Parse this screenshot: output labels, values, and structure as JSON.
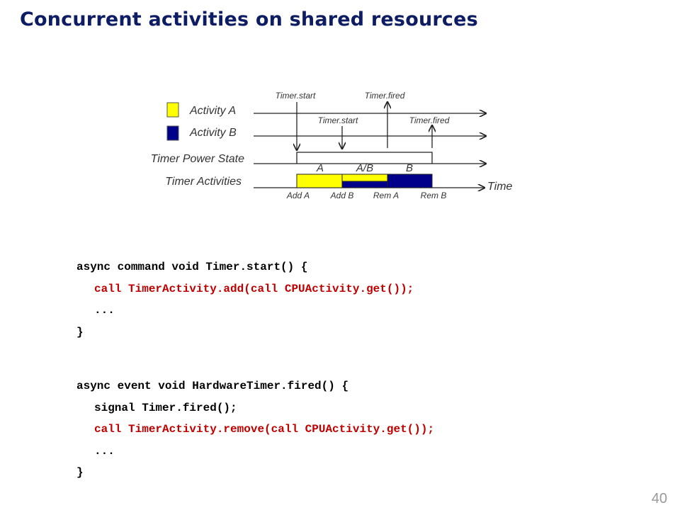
{
  "title": "Concurrent activities on shared resources",
  "diagram": {
    "legend": [
      {
        "label": "Activity A",
        "color": "#ffff00"
      },
      {
        "label": "Activity B",
        "color": "#00008b"
      }
    ],
    "rows": {
      "power_state": "Timer Power State",
      "activities": "Timer Activities"
    },
    "events_a": {
      "start": "Timer.start",
      "fired": "Timer.fired"
    },
    "events_b": {
      "start": "Timer.start",
      "fired": "Timer.fired"
    },
    "segments": [
      "A",
      "A/B",
      "B"
    ],
    "ticks": [
      "Add A",
      "Add B",
      "Rem A",
      "Rem B"
    ],
    "time_label": "Time"
  },
  "code": {
    "block1": {
      "header": "async command void Timer.start() {",
      "body": [
        "call TimerActivity.add(call CPUActivity.get());",
        "..."
      ],
      "footer": "}"
    },
    "block2": {
      "header": "async event void HardwareTimer.fired() {",
      "body": [
        "signal Timer.fired();",
        "call TimerActivity.remove(call CPUActivity.get());",
        "..."
      ],
      "footer": "}"
    }
  },
  "page_number": "40"
}
